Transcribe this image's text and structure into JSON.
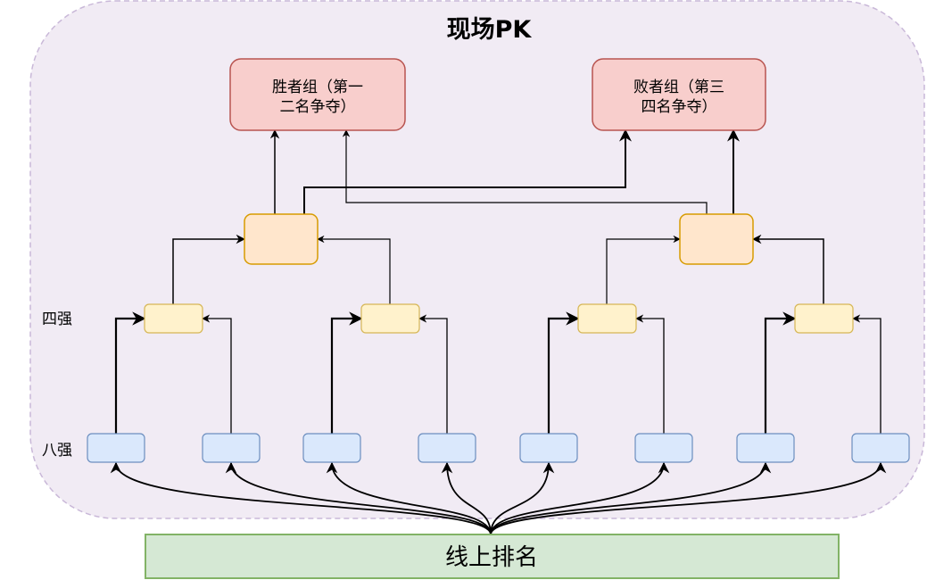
{
  "title": "现场PK",
  "colors": {
    "container_fill": "#f1ebf4",
    "container_stroke": "#c9b8d8",
    "final_fill": "#f8cecc",
    "final_stroke": "#b85450",
    "semi_fill": "#ffe6cc",
    "semi_stroke": "#d79b00",
    "quarter_fill": "#fff2cc",
    "quarter_stroke": "#d6b656",
    "eight_fill": "#dae8fc",
    "eight_stroke": "#6c8ebf",
    "source_fill": "#d5e8d4",
    "source_stroke": "#82b366"
  },
  "finals": [
    {
      "line1": "胜者组（第一",
      "line2": "二名争夺）"
    },
    {
      "line1": "败者组（第三",
      "line2": "四名争夺）"
    }
  ],
  "row_labels": {
    "quarter": "四强",
    "eight": "八强"
  },
  "source": {
    "label": "线上排名"
  }
}
